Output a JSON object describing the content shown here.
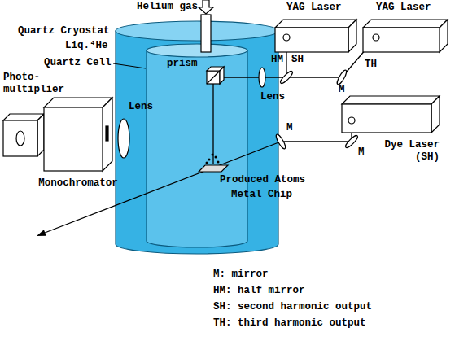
{
  "diagram": {
    "nodes": [
      {
        "text": [
          "YAG Laser"
        ]
      },
      {
        "text": [
          "YAG Laser"
        ]
      },
      {
        "text": [
          "Dye Laser (SH)"
        ]
      },
      {
        "text": [
          "Photo- multiplier"
        ]
      },
      {
        "text": [
          "Monochromator"
        ]
      }
    ],
    "labels": [
      "Helium gas",
      "Quartz Cryostat",
      "Liq.⁴He",
      "Quartz Cell",
      "prism",
      "HM",
      "SH",
      "M",
      "TH",
      "Lens",
      "M",
      "M",
      "Lens",
      "Produced Atoms",
      "Metal Chip",
      "M: mirror",
      "HM: half mirror",
      "SH: second harmonic output",
      "TH: third harmonic output"
    ]
  }
}
